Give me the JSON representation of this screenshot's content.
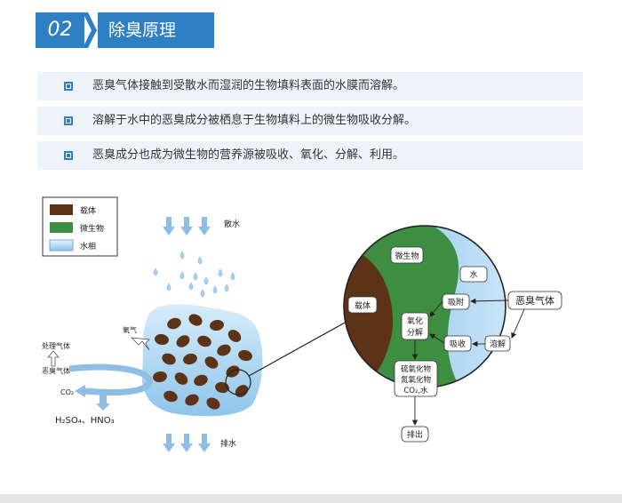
{
  "section": {
    "number": "02",
    "title": "除臭原理"
  },
  "bullets": [
    "恶臭气体接触到受散水而湿润的生物填料表面的水膜而溶解。",
    "溶解于水中的恶臭成分被栖息于生物填料上的微生物吸收分解。",
    "恶臭成分也成为微生物的营养源被吸收、氧化、分解、利用。"
  ],
  "legend": [
    {
      "label": "载体",
      "color": "#5c3317"
    },
    {
      "label": "微生物",
      "color": "#3e8e41"
    },
    {
      "label": "水相",
      "color": "#a9d3f0"
    }
  ],
  "left_diagram": {
    "spray_label": "散水",
    "drain_label": "排水",
    "oxygen_label": "氧气",
    "treated_gas_label": "处理气体",
    "foul_gas_label": "恶臭气体",
    "co2_label": "CO₂",
    "acids_label": "H₂SO₄、HNO₃"
  },
  "circle_diagram": {
    "carrier_label": "载体",
    "microbe_label": "微生物",
    "water_label": "水",
    "adsorb_label": "吸附",
    "oxidize_label_1": "氧化",
    "oxidize_label_2": "分解",
    "absorb_label": "吸收",
    "dissolve_label": "溶解",
    "foul_gas_label": "恶臭气体",
    "products_line1": "硫氧化物",
    "products_line2": "氮氧化物",
    "products_line3": "CO₂,水",
    "discharge_label": "排出"
  },
  "colors": {
    "accent": "#2f7fc4",
    "carrier": "#5c3317",
    "microbe": "#3e8e41",
    "water": "#a9d3f0"
  }
}
